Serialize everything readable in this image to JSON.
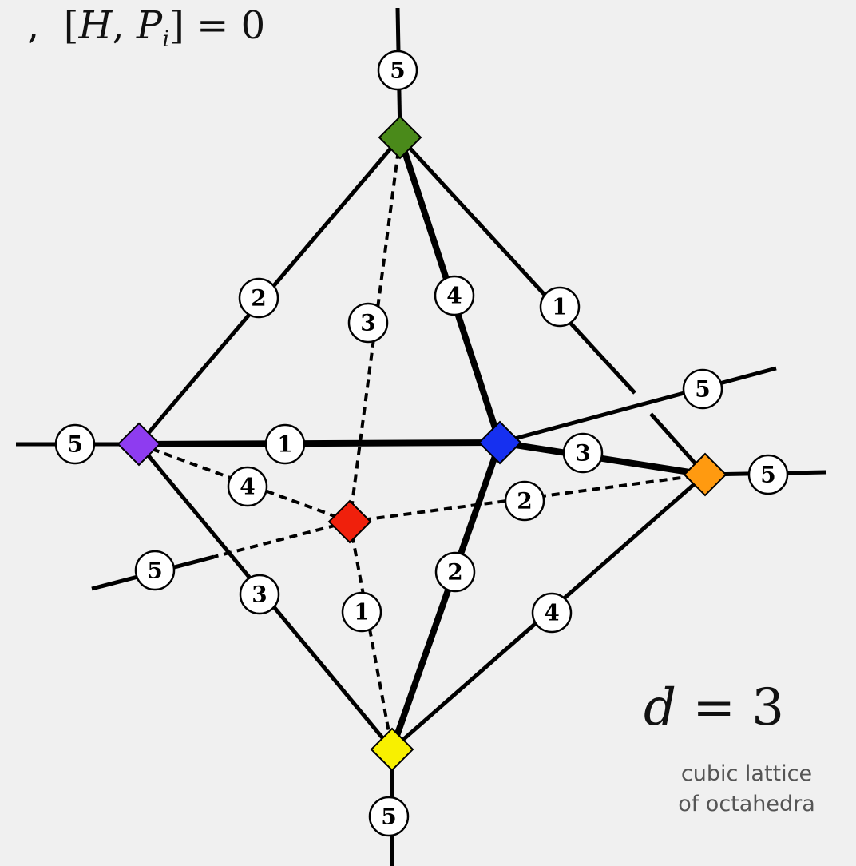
{
  "formula": {
    "prefix": ",",
    "lbracket": "[",
    "h": "H",
    "comma": ",",
    "p": "P",
    "sub": "i",
    "rhs": "] = 0"
  },
  "dimension": {
    "var": "d",
    "rest": " = 3"
  },
  "caption": {
    "line1": "cubic lattice",
    "line2": "of octahedra"
  },
  "vertices": [
    {
      "name": "green-vertex",
      "color": "#4a8a1a"
    },
    {
      "name": "purple-vertex",
      "color": "#8e3cf0"
    },
    {
      "name": "blue-vertex",
      "color": "#1630f0"
    },
    {
      "name": "orange-vertex",
      "color": "#ff9a10"
    },
    {
      "name": "red-vertex",
      "color": "#f0200c"
    },
    {
      "name": "yellow-vertex",
      "color": "#f8f000"
    }
  ],
  "edge_labels": [
    "5",
    "2",
    "3",
    "4",
    "1",
    "5",
    "5",
    "1",
    "3",
    "5",
    "4",
    "2",
    "5",
    "3",
    "1",
    "2",
    "4",
    "5"
  ]
}
